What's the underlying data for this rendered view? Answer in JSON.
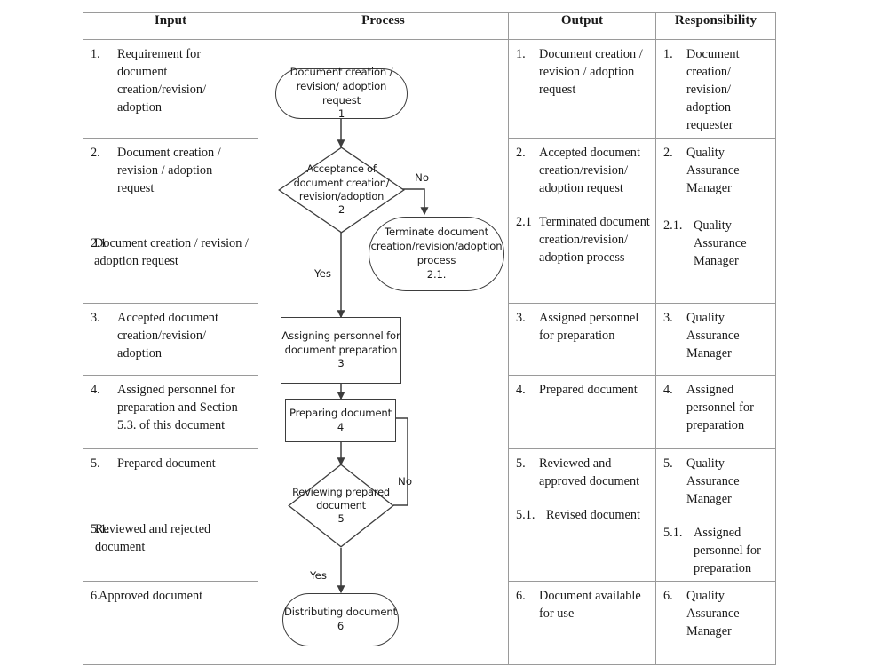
{
  "table": {
    "headers": [
      {
        "key": "input",
        "label": "Input"
      },
      {
        "key": "process",
        "label": "Process"
      },
      {
        "key": "output",
        "label": "Output"
      },
      {
        "key": "responsibility",
        "label": "Responsibility"
      }
    ]
  },
  "rows": [
    {
      "input": [
        {
          "num": "1.",
          "text": "Requirement for document creation/revision/ adoption"
        }
      ],
      "output": [
        {
          "num": "1.",
          "text": "Document creation / revision / adoption request"
        }
      ],
      "responsibility": [
        {
          "num": "1.",
          "text": "Document creation/ revision/ adoption requester"
        }
      ]
    },
    {
      "input": [
        {
          "num": "2.",
          "text": "Document creation / revision / adoption request"
        },
        {
          "num": "2.1",
          "text": "Document creation / revision / adoption request"
        }
      ],
      "output": [
        {
          "num": "2.",
          "text": "Accepted document creation/revision/ adoption request"
        },
        {
          "num": "2.1",
          "text": "Terminated document creation/revision/ adoption process"
        }
      ],
      "responsibility": [
        {
          "num": "2.",
          "text": "Quality Assurance Manager"
        },
        {
          "num": "2.1.",
          "text": "Quality Assurance Manager"
        }
      ]
    },
    {
      "input": [
        {
          "num": "3.",
          "text": "Accepted document creation/revision/ adoption"
        }
      ],
      "output": [
        {
          "num": "3.",
          "text": "Assigned personnel for preparation"
        }
      ],
      "responsibility": [
        {
          "num": "3.",
          "text": "Quality Assurance Manager"
        }
      ]
    },
    {
      "input": [
        {
          "num": "4.",
          "text": "Assigned personnel for preparation and Section 5.3. of  this document"
        }
      ],
      "output": [
        {
          "num": "4.",
          "text": "Prepared document"
        }
      ],
      "responsibility": [
        {
          "num": "4.",
          "text": "Assigned personnel for preparation"
        }
      ]
    },
    {
      "input": [
        {
          "num": "5.",
          "text": "Prepared document"
        },
        {
          "num": "5.1.",
          "text": "Reviewed and rejected document"
        }
      ],
      "output": [
        {
          "num": "5.",
          "text": "Reviewed and approved document"
        },
        {
          "num": "5.1.",
          "text": "Revised document"
        }
      ],
      "responsibility": [
        {
          "num": "5.",
          "text": "Quality Assurance Manager"
        },
        {
          "num": "5.1.",
          "text": "Assigned personnel for preparation"
        }
      ]
    },
    {
      "input": [
        {
          "num": "6.",
          "text": "Approved document"
        }
      ],
      "output": [
        {
          "num": "6.",
          "text": "Document available for use"
        }
      ],
      "responsibility": [
        {
          "num": "6.",
          "text": "Quality Assurance Manager"
        }
      ]
    }
  ],
  "flowchart": {
    "nodes": [
      {
        "id": "start",
        "shape": "terminator",
        "lines": [
          "Document creation /",
          "revision/ adoption request"
        ],
        "step": "1"
      },
      {
        "id": "acceptance",
        "shape": "diamond",
        "lines": [
          "Acceptance of",
          "document creation/",
          "revision/adoption"
        ],
        "step": "2"
      },
      {
        "id": "terminate",
        "shape": "terminator",
        "lines": [
          "Terminate document",
          "creation/revision/adoption",
          "process"
        ],
        "step": "2.1."
      },
      {
        "id": "assign",
        "shape": "rect",
        "lines": [
          "Assigning personnel for",
          "document preparation"
        ],
        "step": "3"
      },
      {
        "id": "prepare",
        "shape": "rect",
        "lines": [
          "Preparing document"
        ],
        "step": "4"
      },
      {
        "id": "review",
        "shape": "diamond",
        "lines": [
          "Reviewing prepared",
          "document"
        ],
        "step": "5"
      },
      {
        "id": "distribute",
        "shape": "terminator",
        "lines": [
          "Distributing document"
        ],
        "step": "6"
      }
    ],
    "edge_labels": {
      "acceptance_no": "No",
      "acceptance_yes": "Yes",
      "review_no": "No",
      "review_yes": "Yes"
    }
  },
  "colors": {
    "line": "#3d3d3d",
    "table_border": "#9a9a9a",
    "text": "#1a1a1a",
    "background": "#ffffff"
  }
}
